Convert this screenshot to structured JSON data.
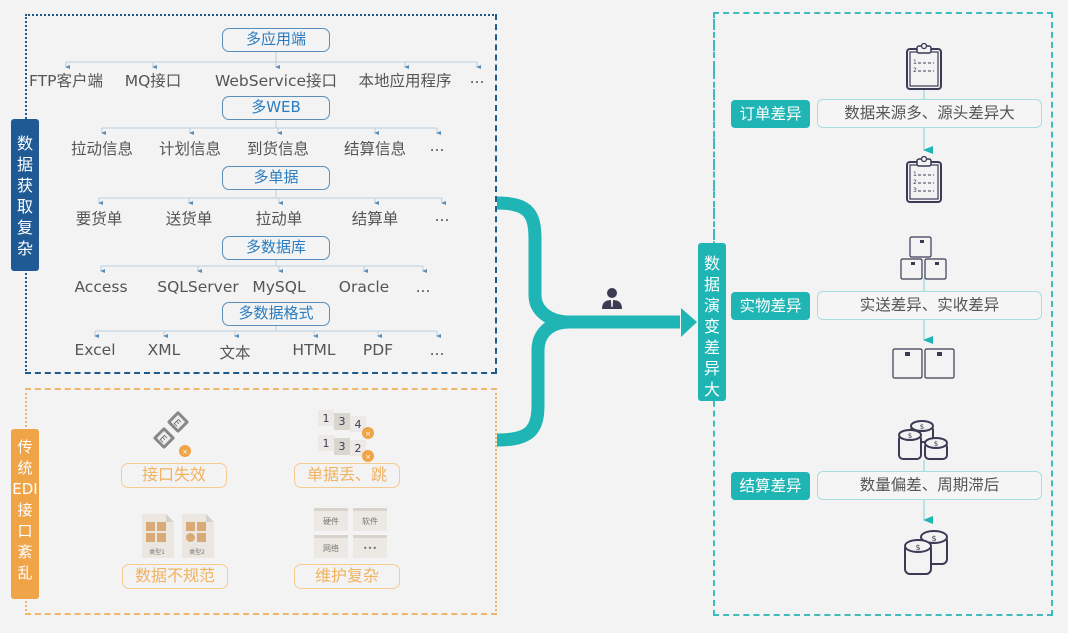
{
  "acquisition": {
    "tag": [
      "数",
      "据",
      "获",
      "取",
      "复",
      "杂"
    ],
    "groups": [
      {
        "title": "多应用端",
        "items": [
          "FTP客户端",
          "MQ接口",
          "WebService接口",
          "本地应用程序",
          "..."
        ]
      },
      {
        "title": "多WEB",
        "items": [
          "拉动信息",
          "计划信息",
          "到货信息",
          "结算信息",
          "..."
        ]
      },
      {
        "title": "多单据",
        "items": [
          "要货单",
          "送货单",
          "拉动单",
          "结算单",
          "..."
        ]
      },
      {
        "title": "多数据库",
        "items": [
          "Access",
          "SQLServer",
          "MySQL",
          "Oracle",
          "..."
        ]
      },
      {
        "title": "多数据格式",
        "items": [
          "Excel",
          "XML",
          "文本",
          "HTML",
          "PDF",
          "..."
        ]
      }
    ]
  },
  "edi": {
    "tag": [
      "传",
      "统",
      "EDI",
      "接",
      "口",
      "紊",
      "乱"
    ],
    "problems": [
      {
        "label": "接口失效",
        "icon": "broken-plug-icon"
      },
      {
        "label": "单据丢、跳",
        "icon": "missing-numbers-icon",
        "rows": [
          [
            "1",
            "3",
            "4"
          ],
          [
            "1",
            "3",
            "2"
          ]
        ]
      },
      {
        "label": "数据不规范",
        "icon": "document-types-icon",
        "docs": [
          "类型1",
          "类型2"
        ]
      },
      {
        "label": "维护复杂",
        "icon": "window-grid-icon",
        "cells": [
          "硬件",
          "软件",
          "网络",
          "•••"
        ]
      }
    ]
  },
  "evolution": {
    "tag": [
      "数",
      "据",
      "演",
      "变",
      "差",
      "异",
      "大"
    ],
    "person_icon": "businessman-icon",
    "differences": [
      {
        "tag": "订单差异",
        "desc": "数据来源多、源头差异大",
        "icon": "clipboard-icon",
        "before_lines": [
          "1",
          "2"
        ],
        "after_lines": [
          "1",
          "2",
          "3"
        ]
      },
      {
        "tag": "实物差异",
        "desc": "实送差异、实收差异",
        "icon": "boxes-icon"
      },
      {
        "tag": "结算差异",
        "desc": "数量偏差、周期滞后",
        "icon": "coins-icon",
        "coin_symbol": "$"
      }
    ]
  },
  "colors": {
    "blue": "#1f5a94",
    "orange": "#efa448",
    "teal": "#1fb5b5",
    "icon_dark": "#3b3b55"
  }
}
